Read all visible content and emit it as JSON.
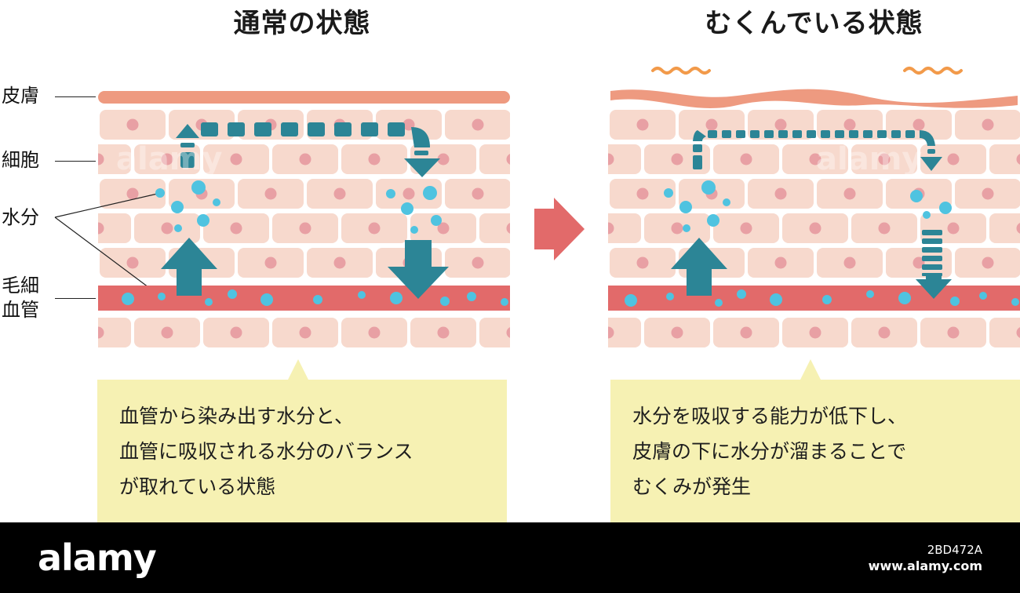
{
  "titles": {
    "normal": "通常の状態",
    "swollen": "むくんでいる状態"
  },
  "labels": {
    "skin": "皮膚",
    "cells": "細胞",
    "water": "水分",
    "capillary_line1": "毛細",
    "capillary_line2": "血管"
  },
  "captions": {
    "normal": [
      "血管から染み出す水分と、",
      "血管に吸収される水分のバランス",
      "が取れている状態"
    ],
    "swollen": [
      "水分を吸収する能力が低下し、",
      "皮膚の下に水分が溜まることで",
      "むくみが発生"
    ]
  },
  "footer": {
    "logo": "alamy",
    "image_id": "2BD472A",
    "url": "www.alamy.com"
  },
  "watermark": "alamy",
  "colors": {
    "skin": "#ee9a80",
    "cell_fill": "#f7d9cd",
    "cell_nucleus": "#e8a0a4",
    "vessel": "#e26a6a",
    "water_drop": "#4fc3e0",
    "arrow": "#2c8596",
    "transition_arrow": "#e26a6a",
    "wave": "#f29a4a",
    "callout": "#f6f1b3"
  },
  "icons": [
    "skin-layer",
    "cell",
    "water-drop",
    "up-arrow-icon",
    "down-arrow-icon",
    "transition-arrow-icon",
    "wavy-line-icon"
  ]
}
